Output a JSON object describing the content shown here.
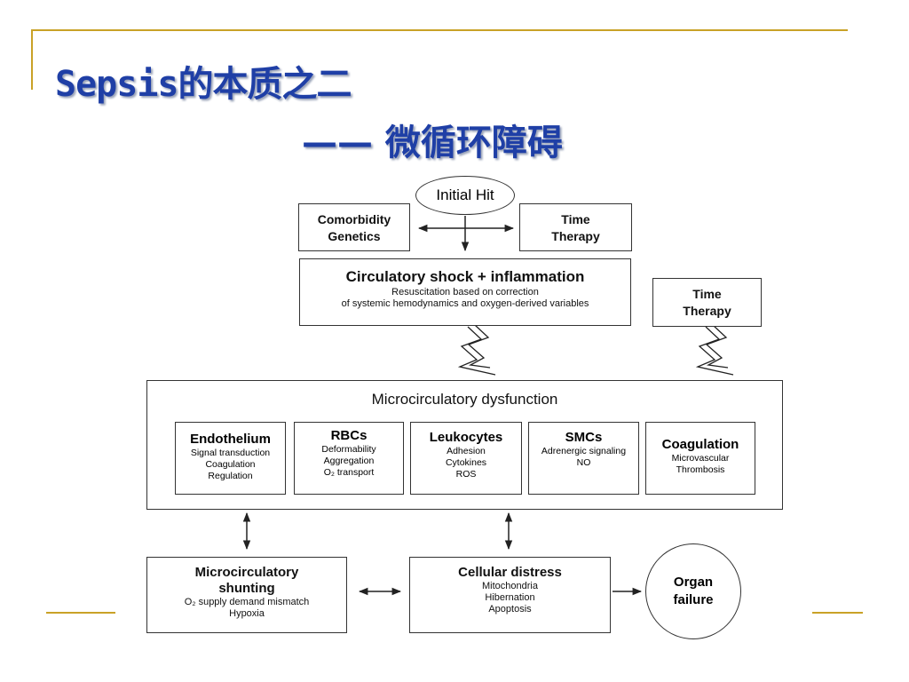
{
  "title": {
    "line1": "Sepsis的本质之二",
    "line2": "—— 微循环障碍"
  },
  "diagram": {
    "initial_hit": "Initial Hit",
    "comorbidity": {
      "line1": "Comorbidity",
      "line2": "Genetics"
    },
    "time_therapy_top": {
      "line1": "Time",
      "line2": "Therapy"
    },
    "circulatory": {
      "title": "Circulatory shock + inflammation",
      "sub1": "Resuscitation based on correction",
      "sub2": "of systemic hemodynamics and oxygen-derived variables"
    },
    "time_therapy_right": {
      "line1": "Time",
      "line2": "Therapy"
    },
    "micro_dysfunction": {
      "title": "Microcirculatory dysfunction",
      "endothelium": {
        "title": "Endothelium",
        "l1": "Signal transduction",
        "l2": "Coagulation",
        "l3": "Regulation"
      },
      "rbcs": {
        "title": "RBCs",
        "l1": "Deformability",
        "l2": "Aggregation",
        "l3": "O₂ transport"
      },
      "leukocytes": {
        "title": "Leukocytes",
        "l1": "Adhesion",
        "l2": "Cytokines",
        "l3": "ROS"
      },
      "smcs": {
        "title": "SMCs",
        "l1": "Adrenergic signaling",
        "l2": "NO"
      },
      "coagulation": {
        "title": "Coagulation",
        "l1": "Microvascular",
        "l2": "Thrombosis"
      }
    },
    "shunting": {
      "title1": "Microcirculatory",
      "title2": "shunting",
      "l1": "O₂ supply demand mismatch",
      "l2": "Hypoxia"
    },
    "cellular": {
      "title": "Cellular distress",
      "l1": "Mitochondria",
      "l2": "Hibernation",
      "l3": "Apoptosis"
    },
    "organ": {
      "line1": "Organ",
      "line2": "failure"
    }
  },
  "colors": {
    "title": "#1f3fa6",
    "accent_lines": "#c9a227"
  }
}
